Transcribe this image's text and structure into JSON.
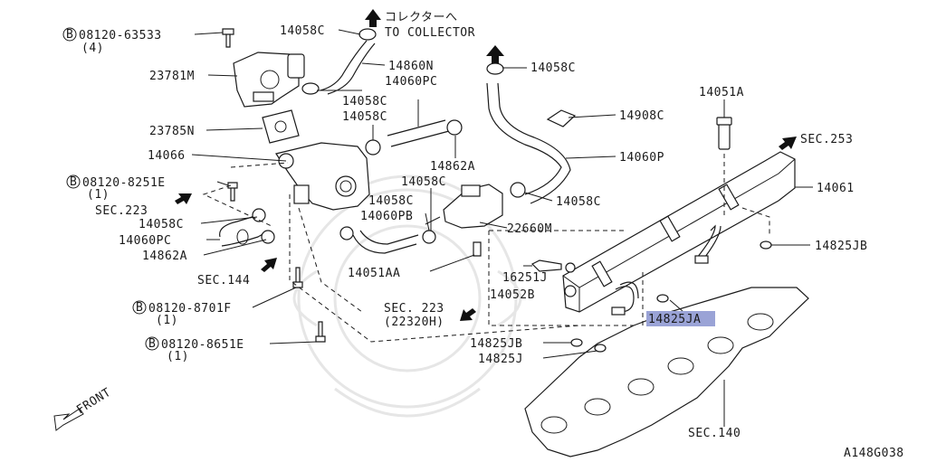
{
  "labels": {
    "p_08120_63533": "08120-63533",
    "q4": "(4)",
    "p_23781m": "23781M",
    "p_23785n": "23785N",
    "p_14066": "14066",
    "p_08120_8251e": "08120-8251E",
    "q1a": "(1)",
    "sec223_left": "SEC.223",
    "p_14058c_a": "14058C",
    "p_14060pc_a": "14060PC",
    "p_14862a_a": "14862A",
    "sec144": "SEC.144",
    "p_08120_8701f": "08120-8701F",
    "q1b": "(1)",
    "p_08120_8651e": "08120-8651E",
    "q1c": "(1)",
    "front": "FRONT",
    "p_14058c_top": "14058C",
    "collector_jp": "コレクターへ",
    "collector_en": "TO COLLECTOR",
    "p_14860n": "14860N",
    "p_14060pc_b": "14060PC",
    "p_14058c_b": "14058C",
    "p_14058c_c": "14058C",
    "p_14862a_b": "14862A",
    "p_14058c_d": "14058C",
    "p_14058c_e": "14058C",
    "p_14060pb": "14060PB",
    "p_22660m": "22660M",
    "p_14051aa": "14051AA",
    "p_16251j": "16251J",
    "p_14052b": "14052B",
    "sec223_mid": "SEC. 223",
    "p_22320h": "(22320H)",
    "p_14825jb_a": "14825JB",
    "p_14825j_a": "14825J",
    "p_14058c_f": "14058C",
    "p_14908c": "14908C",
    "p_14060p": "14060P",
    "p_14058c_g": "14058C",
    "p_14051a": "14051A",
    "sec253": "SEC.253",
    "p_14061": "14061",
    "p_14825jb_b": "14825JB",
    "p_14825ja": "14825JA",
    "sec140": "SEC.140",
    "diagram_code": "A148G038",
    "b_mark": "B"
  },
  "highlight": {
    "part": "14825JA",
    "color": "#9aa3d6"
  },
  "colors": {
    "ink": "#1a1a1a",
    "watermark": "#e6e6e6"
  }
}
